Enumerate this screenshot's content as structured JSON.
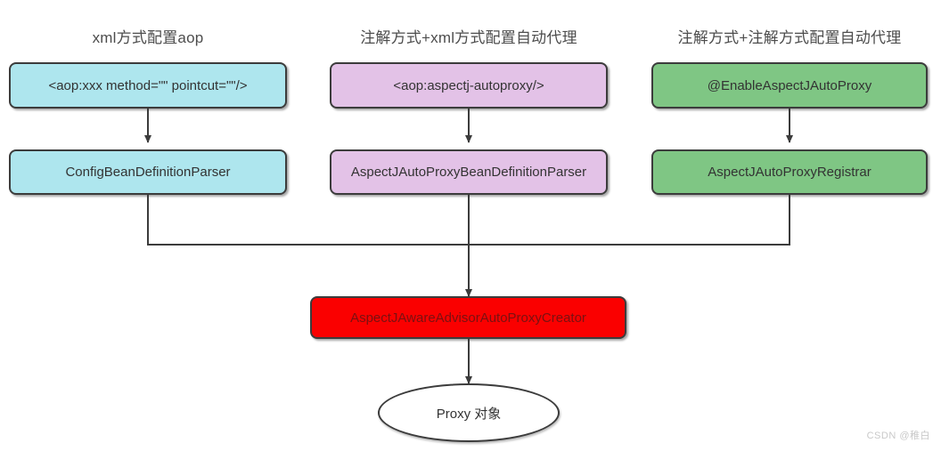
{
  "diagram": {
    "title_row": [
      {
        "id": "col1",
        "label": "xml方式配置aop"
      },
      {
        "id": "col2",
        "label": "注解方式+xml方式配置自动代理"
      },
      {
        "id": "col3",
        "label": "注解方式+注解方式配置自动代理"
      }
    ],
    "nodes": [
      {
        "id": "config-entry-xml",
        "label": "<aop:xxx method=\"\" pointcut=\"\"/>",
        "color": "#aee6ee",
        "shape": "rounded-rect"
      },
      {
        "id": "config-entry-autoproxy",
        "label": "<aop:aspectj-autoproxy/>",
        "color": "#e3c2e7",
        "shape": "rounded-rect"
      },
      {
        "id": "config-entry-annotation",
        "label": "@EnableAspectJAutoProxy",
        "color": "#7fc684",
        "shape": "rounded-rect"
      },
      {
        "id": "parser-config-bean",
        "label": "ConfigBeanDefinitionParser",
        "color": "#aee6ee",
        "shape": "rounded-rect"
      },
      {
        "id": "parser-aspectj-autoproxy",
        "label": "AspectJAutoProxyBeanDefinitionParser",
        "color": "#e3c2e7",
        "shape": "rounded-rect"
      },
      {
        "id": "registrar-aspectj",
        "label": "AspectJAutoProxyRegistrar",
        "color": "#7fc684",
        "shape": "rounded-rect"
      },
      {
        "id": "creator-aspectj-aware",
        "label": "AspectJAwareAdvisorAutoProxyCreator",
        "color": "#fa0000",
        "shape": "rounded-rect"
      },
      {
        "id": "proxy-object",
        "label": "Proxy 对象",
        "color": "#ffffff",
        "shape": "ellipse"
      }
    ],
    "edges": [
      {
        "from": "config-entry-xml",
        "to": "parser-config-bean"
      },
      {
        "from": "config-entry-autoproxy",
        "to": "parser-aspectj-autoproxy"
      },
      {
        "from": "config-entry-annotation",
        "to": "registrar-aspectj"
      },
      {
        "from": "parser-config-bean",
        "to": "creator-aspectj-aware"
      },
      {
        "from": "parser-aspectj-autoproxy",
        "to": "creator-aspectj-aware"
      },
      {
        "from": "registrar-aspectj",
        "to": "creator-aspectj-aware"
      },
      {
        "from": "creator-aspectj-aware",
        "to": "proxy-object"
      }
    ],
    "stroke_color": "#3c3c3c",
    "background": "#ffffff"
  },
  "watermark": {
    "text": "CSDN @稚白"
  }
}
